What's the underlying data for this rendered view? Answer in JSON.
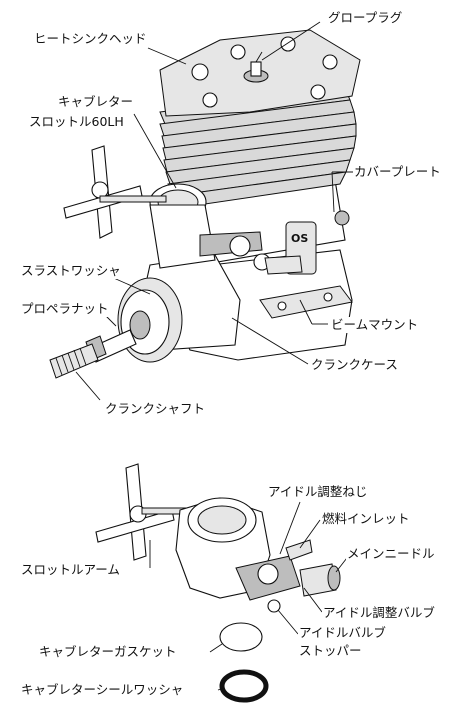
{
  "engine_labels": {
    "heatsink_head": "ヒートシンクヘッド",
    "glow_plug": "グロープラグ",
    "carburetor_line1": "キャブレター",
    "carburetor_line2": "スロットル60LH",
    "cover_plate": "カバープレート",
    "thrust_washer": "スラストワッシャ",
    "propeller_nut": "プロペラナット",
    "beam_mount": "ビームマウント",
    "crankcase": "クランクケース",
    "crankshaft": "クランクシャフト"
  },
  "carb_labels": {
    "idle_screw": "アイドル調整ねじ",
    "fuel_inlet": "燃料インレット",
    "throttle_arm": "スロットルアーム",
    "main_needle": "メインニードル",
    "idle_valve_adjust": "アイドル調整バルブ",
    "idle_valve_stopper_line1": "アイドルバルブ",
    "idle_valve_stopper_line2": "ストッパー",
    "carb_gasket": "キャブレターガスケット",
    "carb_seal_washer": "キャブレターシールワッシャ"
  },
  "brand_mark": "OS"
}
